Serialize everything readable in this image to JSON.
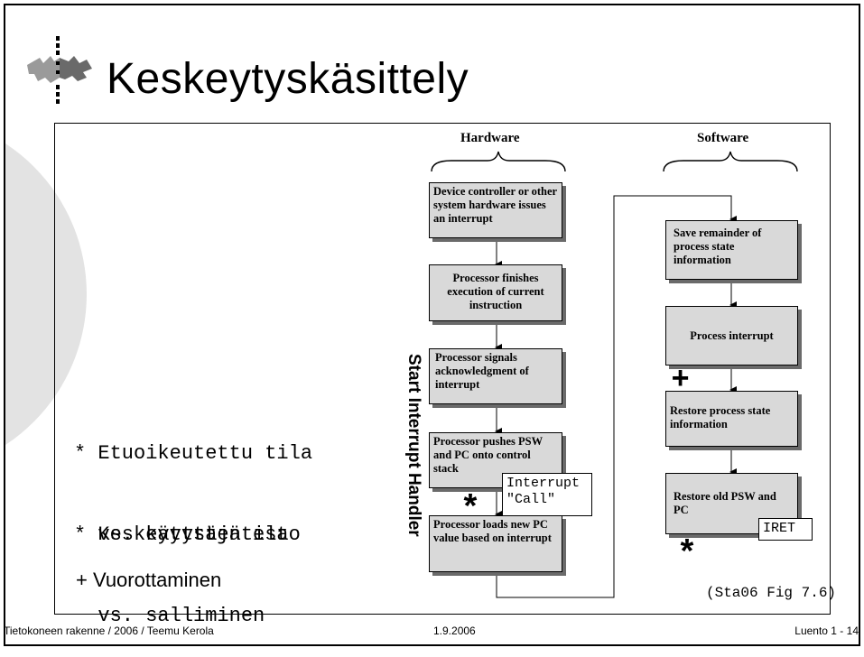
{
  "title": "Keskeytyskäsittely",
  "bullets": [
    {
      "line1": "* Etuoikeutettu tila",
      "line2": "  vs. käyttäjätila"
    },
    {
      "line1": "* Keskeytysten esto",
      "line2": "  vs. salliminen"
    }
  ],
  "vuorottaminen": "+ Vuorottaminen",
  "diagram": {
    "hardware_heading": "Hardware",
    "software_heading": "Software",
    "vertical_label": "Start Interrupt Handler",
    "hardware_steps": [
      "Device controller or other system hardware issues an interrupt",
      "Processor finishes execution of current instruction",
      "Processor signals acknowledgment of interrupt",
      "Processor pushes PSW and PC onto control stack",
      "Processor loads new PC value based on interrupt"
    ],
    "software_steps": [
      "Save remainder of process state information",
      "Process interrupt",
      "Restore process state information",
      "Restore old PSW and PC"
    ],
    "interrupt_call_tag": {
      "line1": "Interrupt",
      "line2": "\"Call\""
    },
    "iret_tag": "IRET",
    "markers": {
      "star": "*",
      "plus": "+"
    },
    "caption": "(Sta06 Fig 7.6)"
  },
  "footer": {
    "left": "Tietokoneen rakenne / 2006 / Teemu Kerola",
    "center": "1.9.2006",
    "right": "Luento 1 - 14"
  }
}
